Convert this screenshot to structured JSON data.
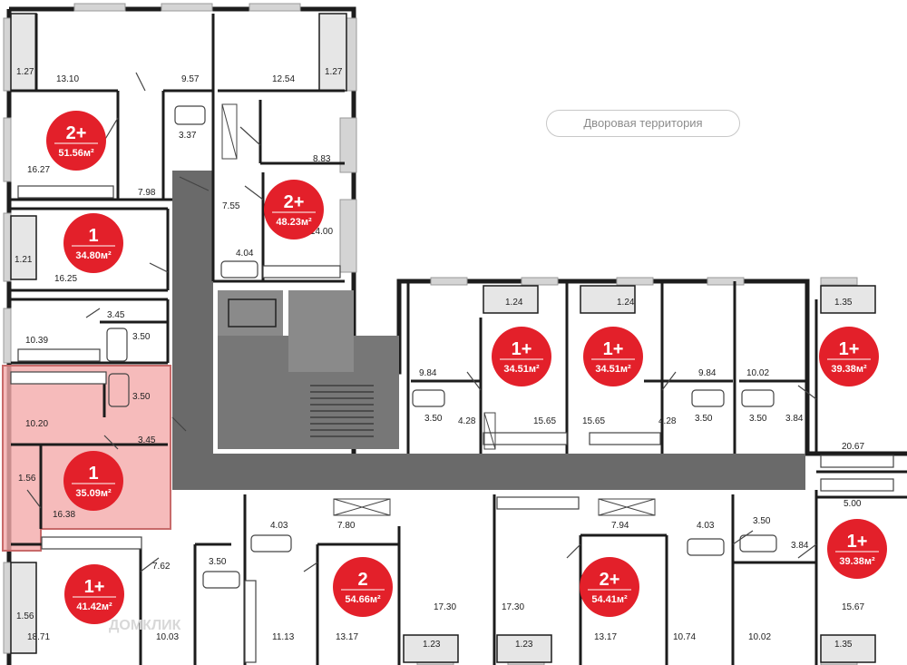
{
  "courtyard_label": "Дворовая территория",
  "watermark": "ДОМКЛИК",
  "colors": {
    "badge": "#e3202a",
    "wall": "#1c1c1c",
    "corridor": "#6a6a6a",
    "highlight": "#f4aaaa"
  },
  "apartments": [
    {
      "type": "2+",
      "area": "51.56м²"
    },
    {
      "type": "2+",
      "area": "48.23м²"
    },
    {
      "type": "1",
      "area": "34.80м²"
    },
    {
      "type": "1",
      "area": "35.09м²"
    },
    {
      "type": "1+",
      "area": "41.42м²"
    },
    {
      "type": "2",
      "area": "54.66м²"
    },
    {
      "type": "2+",
      "area": "54.41м²"
    },
    {
      "type": "1+",
      "area": "34.51м²"
    },
    {
      "type": "1+",
      "area": "34.51м²"
    },
    {
      "type": "1+",
      "area": "39.38м²"
    },
    {
      "type": "1+",
      "area": "39.38м²"
    }
  ],
  "rooms": [
    "1.27",
    "13.10",
    "9.57",
    "12.54",
    "1.27",
    "3.37",
    "16.27",
    "7.98",
    "8.83",
    "7.55",
    "4.04",
    "14.00",
    "1.21",
    "16.25",
    "3.45",
    "10.39",
    "3.50",
    "3.50",
    "10.20",
    "3.45",
    "1.56",
    "16.38",
    "1.24",
    "1.24",
    "1.35",
    "9.84",
    "4.28",
    "3.50",
    "15.65",
    "15.65",
    "4.28",
    "3.50",
    "9.84",
    "10.02",
    "3.50",
    "3.84",
    "20.67",
    "5.00",
    "4.03",
    "7.80",
    "7.94",
    "4.03",
    "3.50",
    "3.84",
    "7.62",
    "3.50",
    "1.56",
    "18.71",
    "10.03",
    "11.13",
    "13.17",
    "17.30",
    "17.30",
    "13.17",
    "10.74",
    "10.02",
    "15.67",
    "1.23",
    "1.23",
    "1.35"
  ]
}
